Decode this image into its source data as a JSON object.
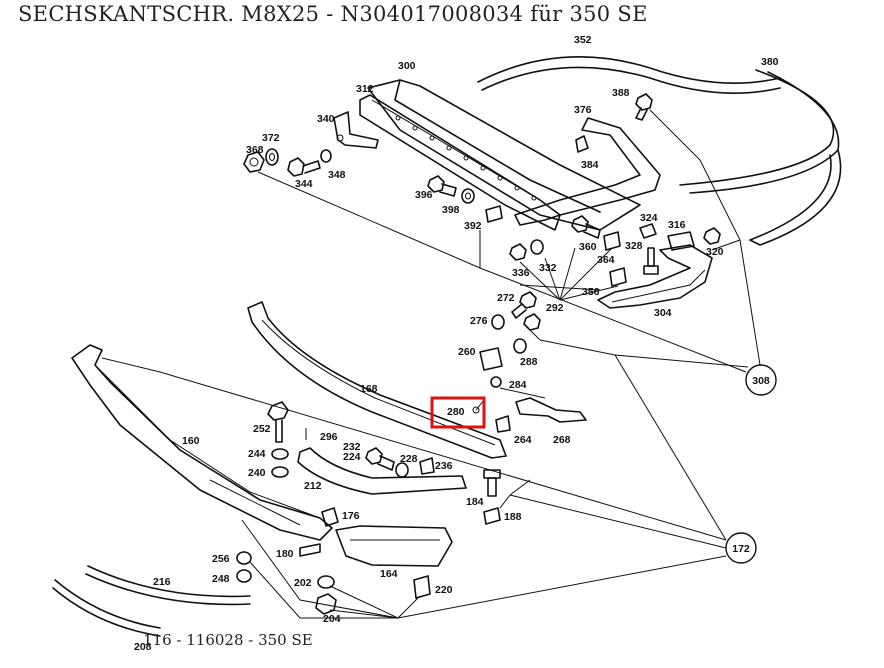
{
  "header": {
    "title": "SECHSKANTSCHR. M8X25 - N304017008034 für 350 SE"
  },
  "footer": {
    "caption": "116 - 116028 - 350 SE"
  },
  "diagram": {
    "highlighted_part": "280",
    "highlight_color": "#e31010",
    "line_color": "#111111",
    "part_labels": {
      "p300": "300",
      "p312": "312",
      "p352": "352",
      "p380": "380",
      "p340": "340",
      "p372": "372",
      "p368": "368",
      "p344": "344",
      "p348": "348",
      "p388": "388",
      "p376": "376",
      "p384": "384",
      "p396": "396",
      "p398": "398",
      "p392": "392",
      "p324": "324",
      "p316": "316",
      "p328": "328",
      "p320": "320",
      "p360": "360",
      "p364": "364",
      "p336": "336",
      "p332": "332",
      "p356": "356",
      "p292": "292",
      "p304": "304",
      "p272": "272",
      "p276": "276",
      "p260": "260",
      "p288": "288",
      "p284": "284",
      "p168": "168",
      "p280": "280",
      "p264": "264",
      "p268": "268",
      "p160": "160",
      "p252": "252",
      "p296": "296",
      "p232": "232",
      "p224": "224",
      "p228": "228",
      "p236": "236",
      "p244": "244",
      "p240": "240",
      "p212": "212",
      "p184": "184",
      "p188": "188",
      "p176": "176",
      "p256": "256",
      "p180": "180",
      "p248": "248",
      "p216": "216",
      "p164": "164",
      "p202": "202",
      "p220": "220",
      "p204": "204",
      "p208": "208"
    },
    "reference_circles": {
      "r308": "308",
      "r172": "172"
    }
  }
}
